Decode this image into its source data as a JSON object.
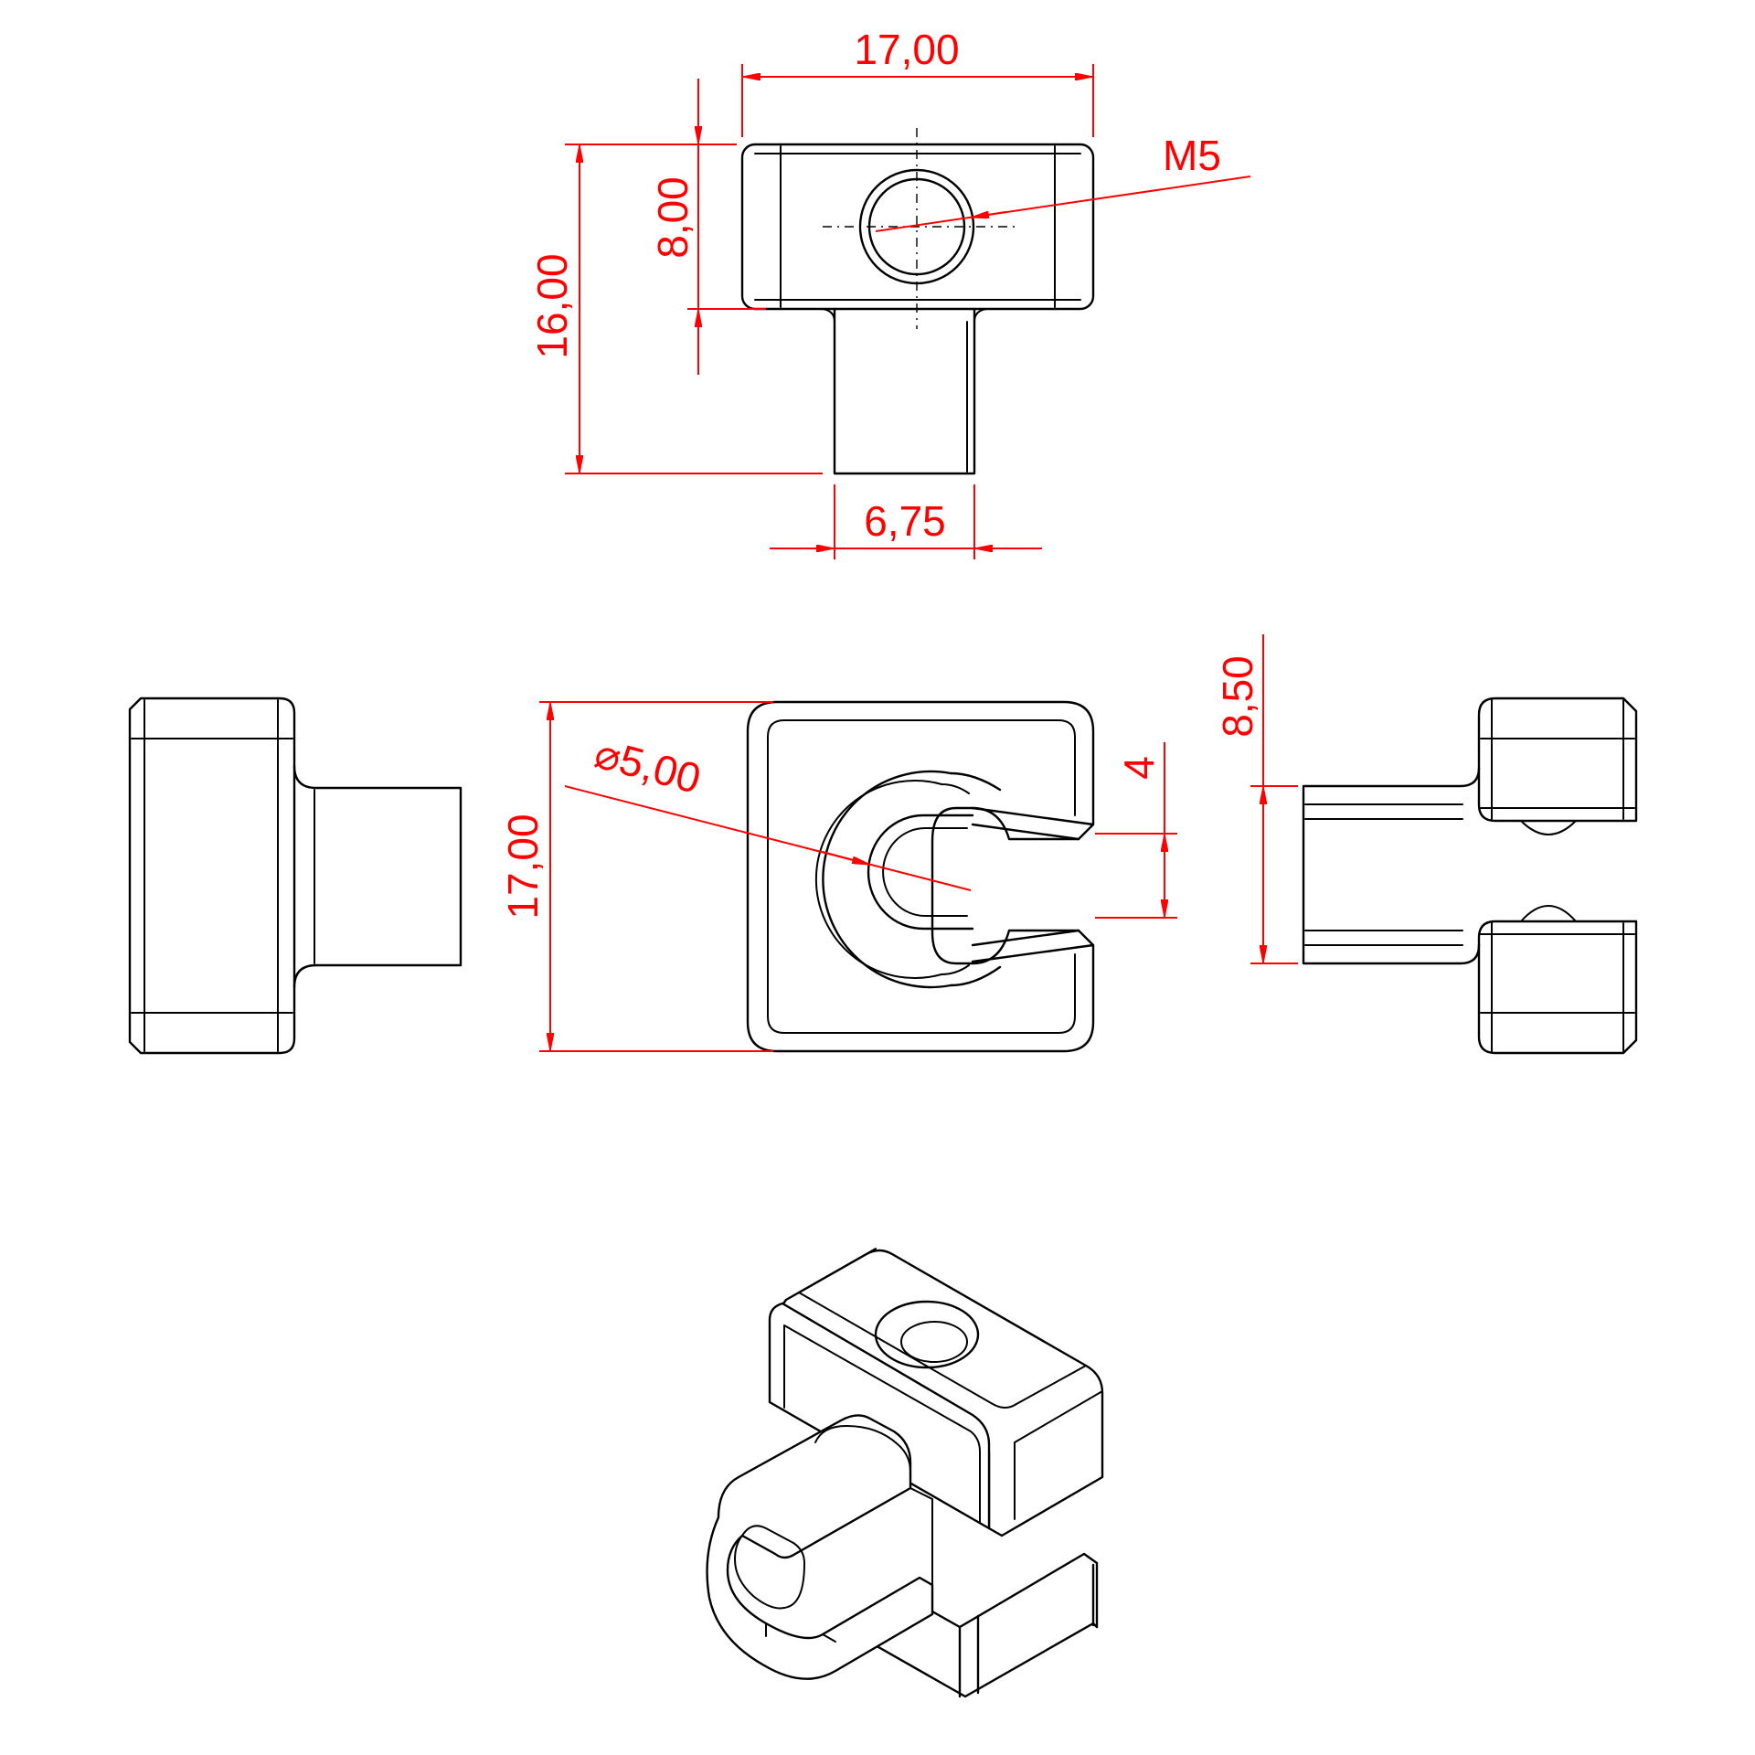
{
  "colors": {
    "dimension": "#ff0000",
    "part": "#000000",
    "background": "#ffffff"
  },
  "dimensions": {
    "top_width": "17,00",
    "top_height": "16,00",
    "top_head_height": "8,00",
    "stem_width": "6,75",
    "thread": "M5",
    "front_height": "17,00",
    "hole_diameter": "5,00",
    "slot_width": "4",
    "side_half_height": "8,50"
  },
  "symbols": {
    "diameter": "⌀"
  }
}
